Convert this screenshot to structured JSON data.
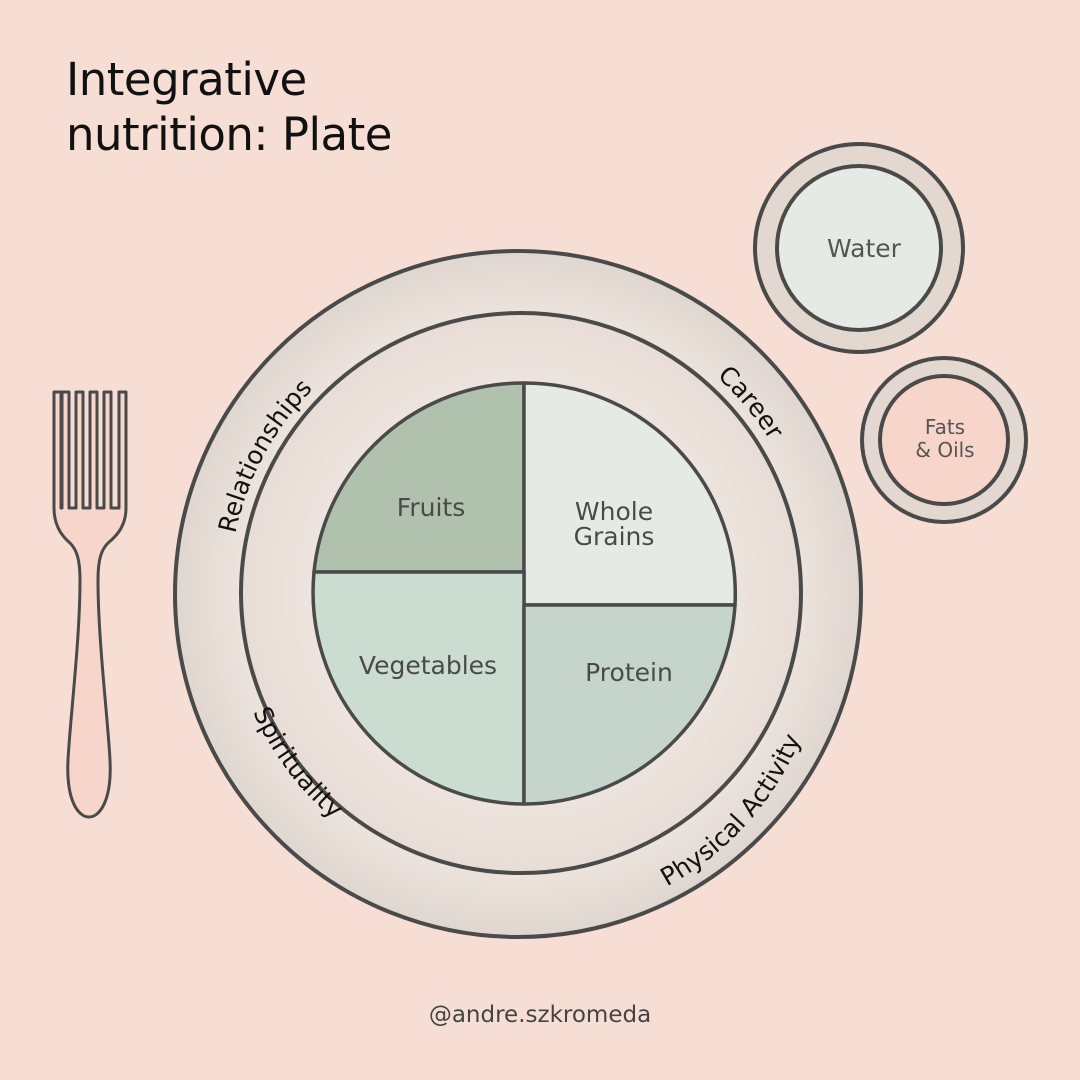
{
  "title": {
    "line1": "Integrative",
    "line2": "nutrition: Plate"
  },
  "plate": {
    "segments": {
      "fruits": "Fruits",
      "whole_grains_line1": "Whole",
      "whole_grains_line2": "Grains",
      "vegetables": "Vegetables",
      "protein": "Protein"
    },
    "ring": {
      "relationships": "Relationships",
      "career": "Career",
      "spirituality": "Spirituality",
      "physical_activity": "Physical Activity"
    }
  },
  "side_dishes": {
    "water": "Water",
    "fats_line1": "Fats",
    "fats_line2": "& Oils"
  },
  "credit": "@andre.szkromeda",
  "colors": {
    "background": "#f6ded5",
    "outline": "#4a4a4a",
    "fruits": "#b0c1ad",
    "whole_grains": "#e5ebe4",
    "vegetables": "#cbdcd0",
    "protein": "#c6d5cb",
    "fork": "#f7d5cb"
  }
}
